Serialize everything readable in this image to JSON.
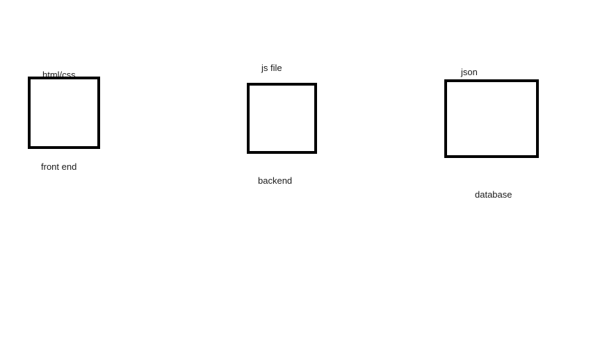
{
  "diagram": {
    "nodes": [
      {
        "top_label": "html/css",
        "bottom_label": "front end"
      },
      {
        "top_label": "js file",
        "bottom_label": "backend"
      },
      {
        "top_label": "json",
        "bottom_label": "database"
      }
    ]
  }
}
